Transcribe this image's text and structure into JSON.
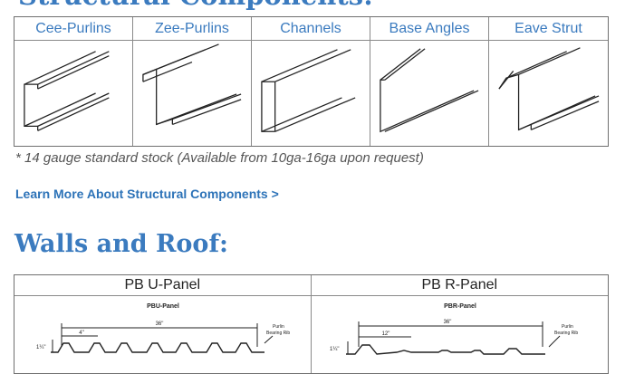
{
  "heading_cut": "Structural Components:",
  "components": [
    {
      "label": "Cee-Purlins",
      "icon": "cee-purlin-icon"
    },
    {
      "label": "Zee-Purlins",
      "icon": "zee-purlin-icon"
    },
    {
      "label": "Channels",
      "icon": "channel-icon"
    },
    {
      "label": "Base Angles",
      "icon": "base-angle-icon"
    },
    {
      "label": "Eave Strut",
      "icon": "eave-strut-icon"
    }
  ],
  "footnote": "* 14 gauge standard stock (Available from 10ga-16ga upon request)",
  "learn_more": "Learn More About Structural Components >",
  "walls_title": "Walls and Roof:",
  "panels": [
    {
      "label": "PB U-Panel",
      "diagram": {
        "title": "PBU-Panel",
        "coverage": "36\"",
        "rib_spacing": "4\"",
        "height": "1¼\"",
        "rib_label_1": "Purlin",
        "rib_label_2": "Bearing Rib"
      }
    },
    {
      "label": "PB R-Panel",
      "diagram": {
        "title": "PBR-Panel",
        "coverage": "36\"",
        "rib_spacing": "12\"",
        "height": "1¼\"",
        "rib_label_1": "Purlin",
        "rib_label_2": "Bearing Rib"
      }
    }
  ],
  "colors": {
    "accent": "#3b7bbf",
    "link": "#2d73b8",
    "border": "#6f6f6f",
    "text": "#222222"
  }
}
